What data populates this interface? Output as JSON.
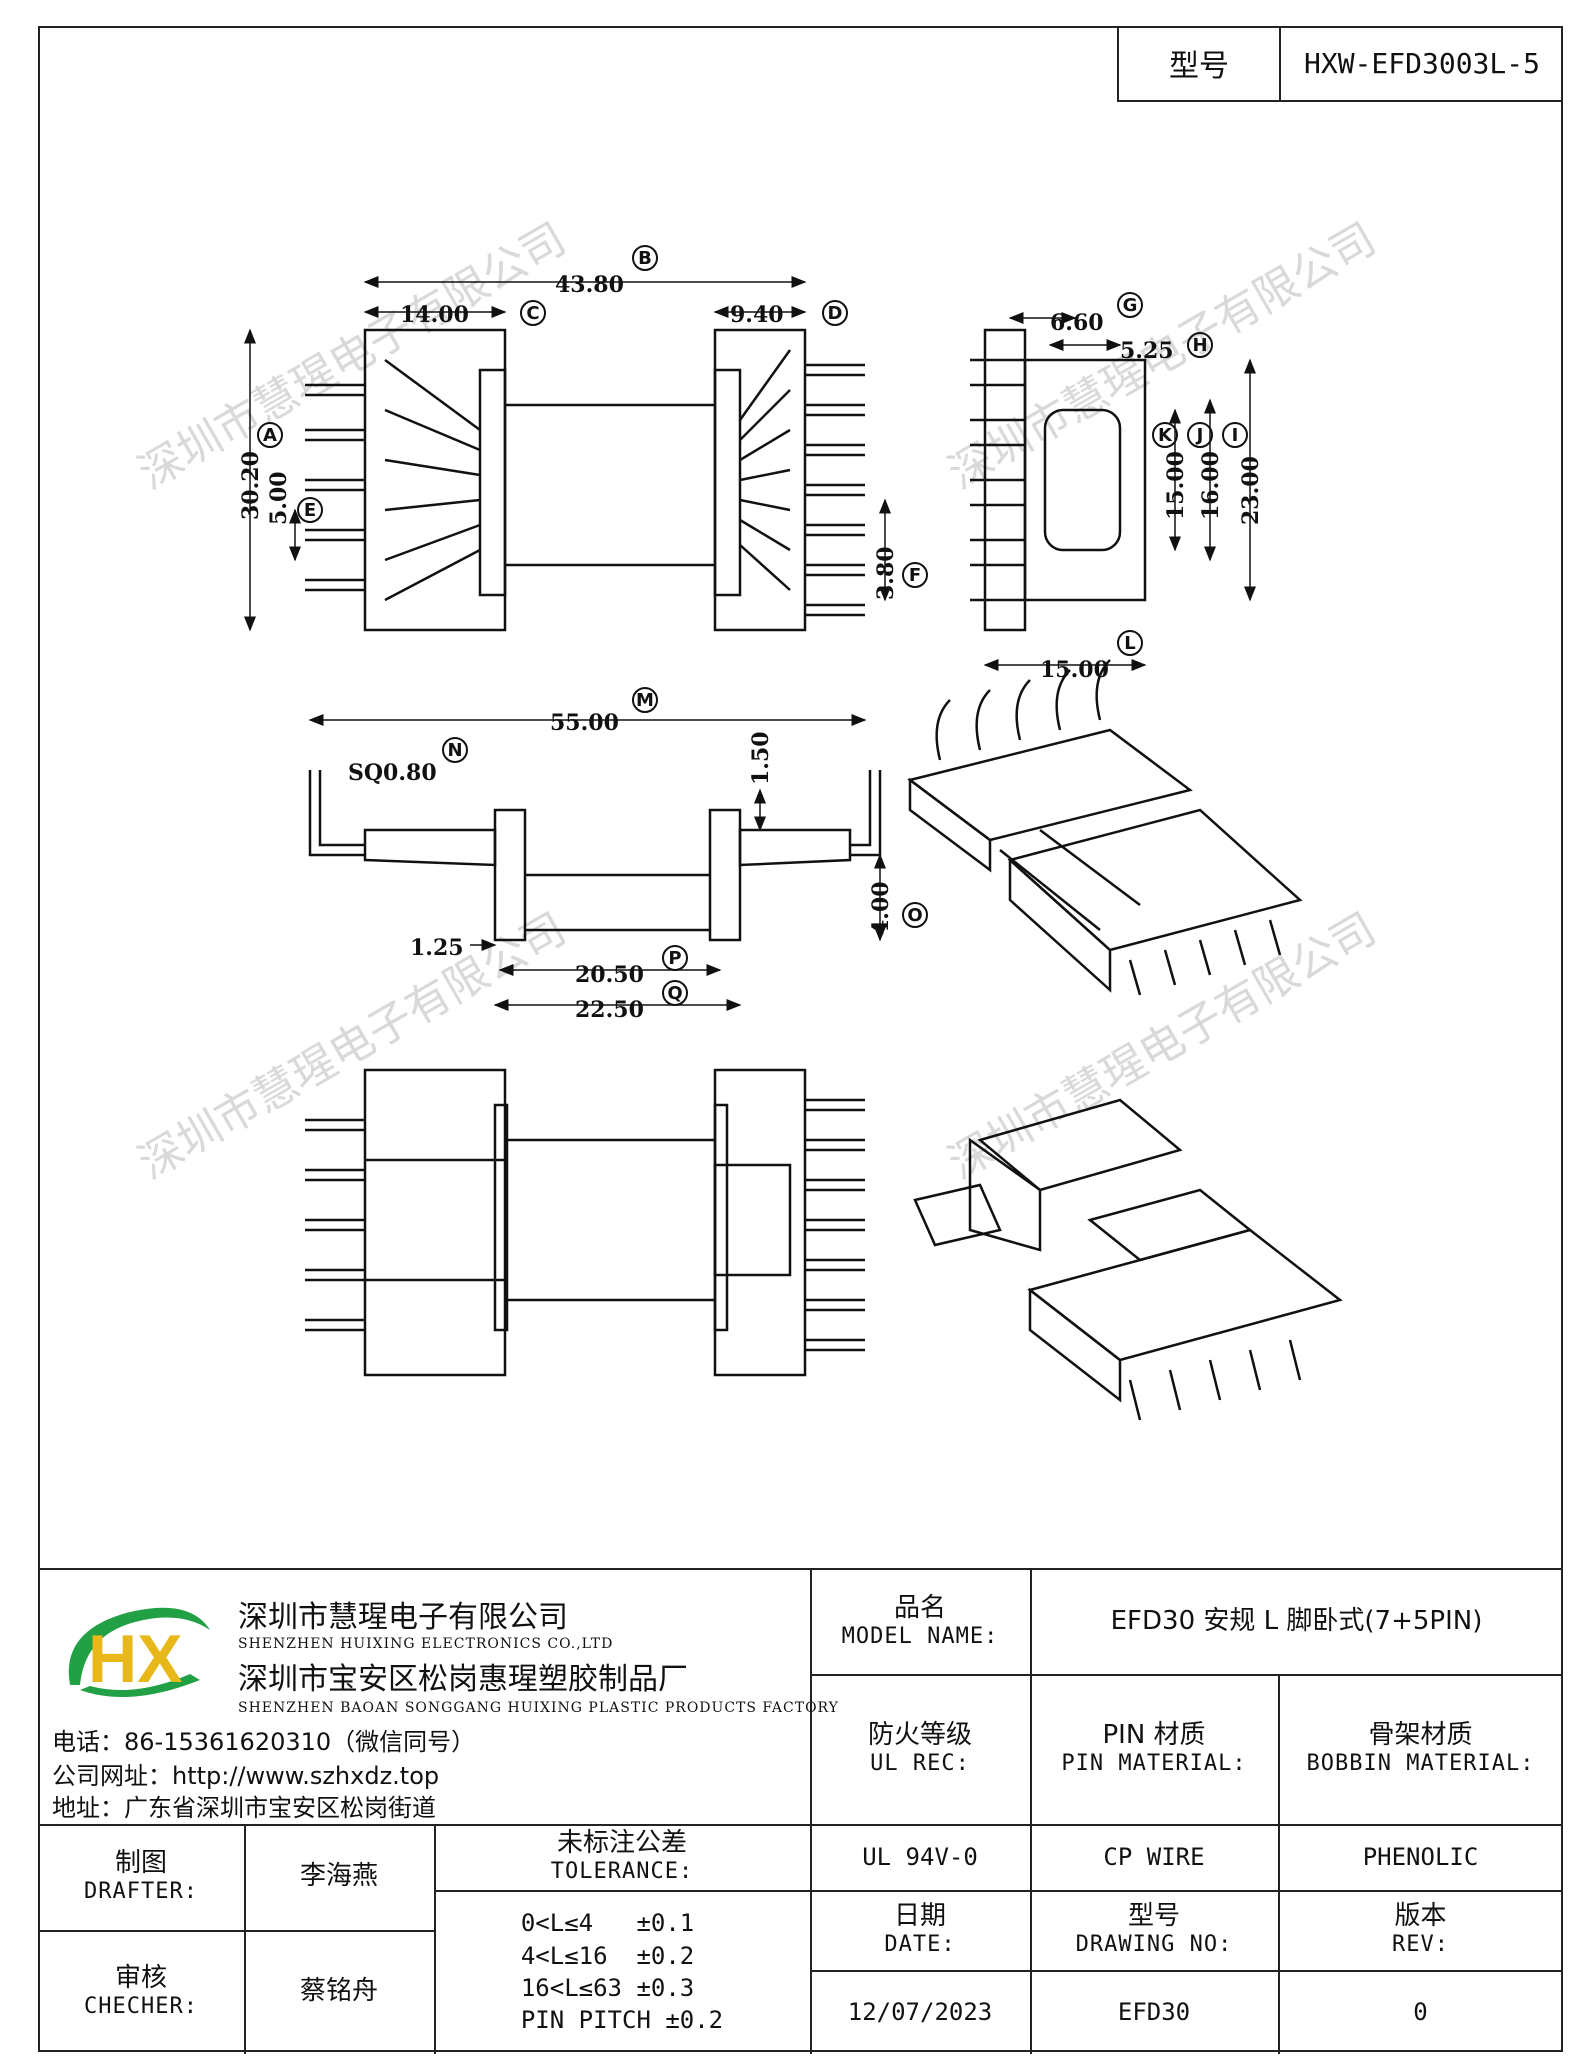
{
  "header": {
    "model_label": "型号",
    "model_value": "HXW-EFD3003L-5"
  },
  "watermark": "深圳市慧瑆电子有限公司",
  "dimensions": {
    "A": "30.20",
    "B": "43.80",
    "C": "14.00",
    "D": "9.40",
    "E": "5.00",
    "F": "3.80",
    "G": "6.60",
    "H": "5.25",
    "I": "23.00",
    "J": "16.00",
    "K": "15.00",
    "L": "15.00",
    "M": "55.00",
    "N": "SQ0.80",
    "O": "4.00",
    "P": "20.50",
    "Q": "22.50",
    "R": "1.25",
    "S": "1.50"
  },
  "tags": {
    "A": "A",
    "B": "B",
    "C": "C",
    "D": "D",
    "E": "E",
    "F": "F",
    "G": "G",
    "H": "H",
    "I": "I",
    "J": "J",
    "K": "K",
    "L": "L",
    "M": "M",
    "N": "N",
    "O": "O",
    "P": "P",
    "Q": "Q"
  },
  "company": {
    "name_cn": "深圳市慧瑆电子有限公司",
    "name_en": "SHENZHEN HUIXING ELECTRONICS CO.,LTD",
    "factory_cn": "深圳市宝安区松岗惠瑆塑胶制品厂",
    "factory_en": "SHENZHEN BAOAN SONGGANG HUIXING PLASTIC PRODUCTS FACTORY",
    "phone": "电话：86-15361620310（微信同号）",
    "website": "公司网址：http://www.szhxdz.top",
    "address": "地址：广东省深圳市宝安区松岗街道",
    "logo_text": "HX"
  },
  "title_block": {
    "model_name_cn": "品名",
    "model_name_en": "MODEL NAME:",
    "model_name_value": "EFD30 安规 L 脚卧式(7+5PIN)",
    "ul_cn": "防火等级",
    "ul_en": "UL REC:",
    "ul_value": "UL 94V-0",
    "pin_cn": "PIN 材质",
    "pin_en": "PIN MATERIAL:",
    "pin_value": "CP WIRE",
    "bobbin_cn": "骨架材质",
    "bobbin_en": "BOBBIN MATERIAL:",
    "bobbin_value": "PHENOLIC",
    "drafter_cn": "制图",
    "drafter_en": "DRAFTER:",
    "drafter_value": "李海燕",
    "checker_cn": "审核",
    "checker_en": "CHECHER:",
    "checker_value": "蔡铭舟",
    "tol_cn": "未标注公差",
    "tol_en": "TOLERANCE:",
    "tol_lines": [
      "0<L≤4   ±0.1",
      "4<L≤16  ±0.2",
      "16<L≤63 ±0.3",
      "PIN PITCH ±0.2"
    ],
    "date_cn": "日期",
    "date_en": "DATE:",
    "date_value": "12/07/2023",
    "dwg_cn": "型号",
    "dwg_en": "DRAWING NO:",
    "dwg_value": "EFD30",
    "rev_cn": "版本",
    "rev_en": "REV:",
    "rev_value": "0"
  }
}
